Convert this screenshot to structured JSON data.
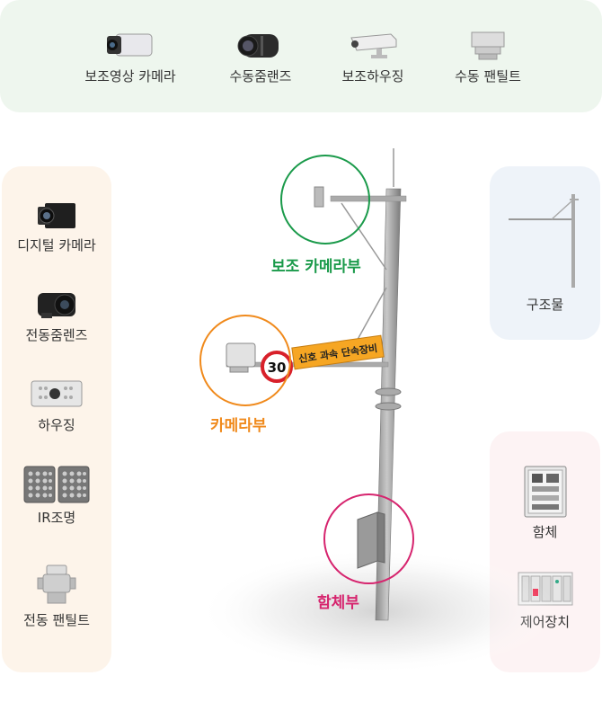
{
  "top_items": [
    {
      "label": "보조영상 카메라",
      "icon": "box-camera-icon"
    },
    {
      "label": "수동줌랜즈",
      "icon": "zoom-lens-icon"
    },
    {
      "label": "보조하우징",
      "icon": "camera-housing-icon"
    },
    {
      "label": "수동 팬틸트",
      "icon": "pan-tilt-icon"
    }
  ],
  "left_items": [
    {
      "label": "디지털 카메라",
      "icon": "digital-camera-icon"
    },
    {
      "label": "전동줌렌즈",
      "icon": "motor-zoom-lens-icon"
    },
    {
      "label": "하우징",
      "icon": "housing-icon"
    },
    {
      "label": "IR조명",
      "icon": "ir-light-icon"
    },
    {
      "label": "전동 팬틸트",
      "icon": "motor-pan-tilt-icon"
    }
  ],
  "right_items": [
    {
      "label": "구조물",
      "icon": "structure-icon"
    },
    {
      "label": "함체",
      "icon": "enclosure-icon"
    },
    {
      "label": "제어장치",
      "icon": "controller-icon"
    }
  ],
  "zones": {
    "aux_camera": {
      "label": "보조 카메라부",
      "color": "#1a9a4a"
    },
    "camera": {
      "label": "카메라부",
      "color": "#f08a1c"
    },
    "enclosure": {
      "label": "함체부",
      "color": "#d6246e"
    }
  },
  "sign": {
    "speed": "30",
    "text": "신호 과속 단속장비"
  }
}
